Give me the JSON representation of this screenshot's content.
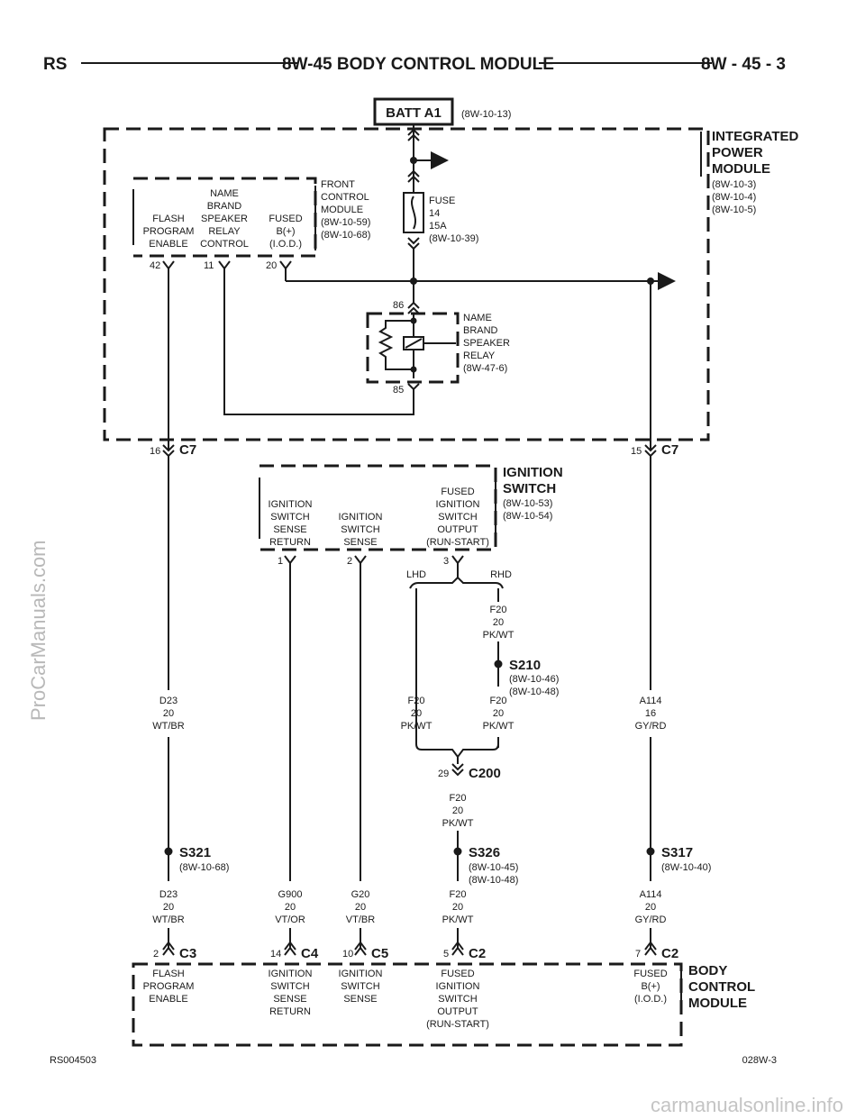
{
  "header": {
    "left": "RS",
    "title": "8W-45 BODY CONTROL MODULE",
    "right": "8W - 45 - 3"
  },
  "battery": {
    "label": "BATT A1",
    "ref": "(8W-10-13)"
  },
  "ipm": {
    "title": [
      "INTEGRATED",
      "POWER",
      "MODULE"
    ],
    "refs": [
      "(8W-10-3)",
      "(8W-10-4)",
      "(8W-10-5)"
    ]
  },
  "fcm": {
    "title": [
      "FRONT",
      "CONTROL",
      "MODULE"
    ],
    "refs": [
      "(8W-10-59)",
      "(8W-10-68)"
    ],
    "pins": [
      {
        "label": [
          "FLASH",
          "PROGRAM",
          "ENABLE"
        ],
        "pin": "42"
      },
      {
        "label": [
          "NAME",
          "BRAND",
          "SPEAKER",
          "RELAY",
          "CONTROL"
        ],
        "pin": "11"
      },
      {
        "label": [
          "FUSED",
          "B(+)",
          "(I.O.D.)"
        ],
        "pin": "20"
      }
    ]
  },
  "fuse": {
    "lines": [
      "FUSE",
      "14",
      "15A",
      "(8W-10-39)"
    ]
  },
  "relay": {
    "lines": [
      "NAME",
      "BRAND",
      "SPEAKER",
      "RELAY",
      "(8W-47-6)"
    ],
    "pin_top": "86",
    "pin_bottom": "85"
  },
  "c7_left": {
    "pin": "16",
    "name": "C7"
  },
  "c7_right": {
    "pin": "15",
    "name": "C7"
  },
  "ignition_switch": {
    "title": [
      "IGNITION",
      "SWITCH"
    ],
    "refs": [
      "(8W-10-53)",
      "(8W-10-54)"
    ],
    "pins": [
      {
        "label": [
          "IGNITION",
          "SWITCH",
          "SENSE",
          "RETURN"
        ],
        "pin": "1"
      },
      {
        "label": [
          "IGNITION",
          "SWITCH",
          "SENSE"
        ],
        "pin": "2"
      },
      {
        "label": [
          "FUSED",
          "IGNITION",
          "SWITCH",
          "OUTPUT",
          "(RUN-START)"
        ],
        "pin": "3"
      }
    ]
  },
  "lhd": "LHD",
  "rhd": "RHD",
  "wires": {
    "f20_rhd": [
      "F20",
      "20",
      "PK/WT"
    ],
    "d23_upper": [
      "D23",
      "20",
      "WT/BR"
    ],
    "f20_lhd": [
      "F20",
      "20",
      "PK/WT"
    ],
    "f20_rhd_lower": [
      "F20",
      "20",
      "PK/WT"
    ],
    "a114_upper": [
      "A114",
      "16",
      "GY/RD"
    ],
    "f20_mid": [
      "F20",
      "20",
      "PK/WT"
    ],
    "d23_lower": [
      "D23",
      "20",
      "WT/BR"
    ],
    "g900": [
      "G900",
      "20",
      "VT/OR"
    ],
    "g20": [
      "G20",
      "20",
      "VT/BR"
    ],
    "f20_lower": [
      "F20",
      "20",
      "PK/WT"
    ],
    "a114_lower": [
      "A114",
      "20",
      "GY/RD"
    ]
  },
  "splices": {
    "s210": {
      "name": "S210",
      "refs": [
        "(8W-10-46)",
        "(8W-10-48)"
      ]
    },
    "s321": {
      "name": "S321",
      "refs": [
        "(8W-10-68)"
      ]
    },
    "s326": {
      "name": "S326",
      "refs": [
        "(8W-10-45)",
        "(8W-10-48)"
      ]
    },
    "s317": {
      "name": "S317",
      "refs": [
        "(8W-10-40)"
      ]
    }
  },
  "c200": {
    "pin": "29",
    "name": "C200"
  },
  "bcm_connectors": [
    {
      "pin": "2",
      "name": "C3"
    },
    {
      "pin": "14",
      "name": "C4"
    },
    {
      "pin": "10",
      "name": "C5"
    },
    {
      "pin": "5",
      "name": "C2"
    },
    {
      "pin": "7",
      "name": "C2"
    }
  ],
  "bcm": {
    "title": [
      "BODY",
      "CONTROL",
      "MODULE"
    ],
    "pins": [
      [
        "FLASH",
        "PROGRAM",
        "ENABLE"
      ],
      [
        "IGNITION",
        "SWITCH",
        "SENSE",
        "RETURN"
      ],
      [
        "IGNITION",
        "SWITCH",
        "SENSE"
      ],
      [
        "FUSED",
        "IGNITION",
        "SWITCH",
        "OUTPUT",
        "(RUN-START)"
      ],
      [
        "FUSED",
        "B(+)",
        "(I.O.D.)"
      ]
    ]
  },
  "footer": {
    "left": "RS004503",
    "right": "028W-3"
  },
  "watermarks": {
    "side": "ProCarManuals.com",
    "bottom": "carmanualsonline.info"
  }
}
